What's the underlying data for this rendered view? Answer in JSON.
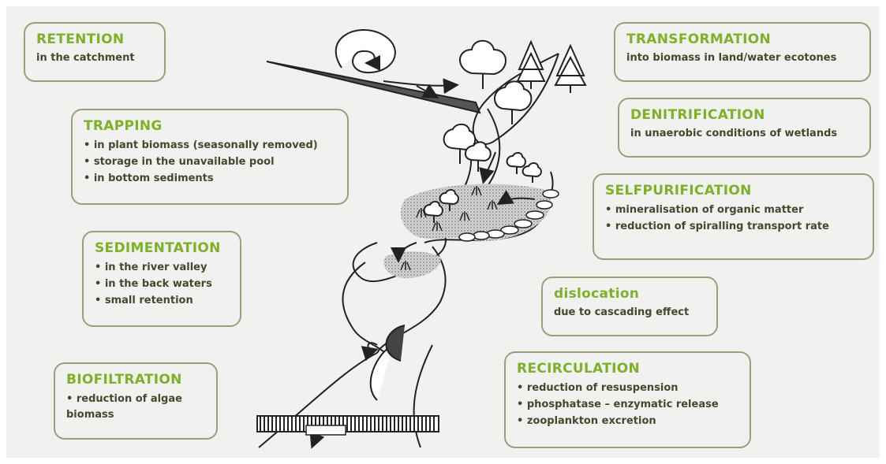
{
  "boxes": {
    "retention": {
      "title": "RETENTION",
      "text": "in the catchment"
    },
    "trapping": {
      "title": "TRAPPING",
      "items": [
        "in plant biomass (seasonally removed)",
        "storage in the unavailable pool",
        "in bottom sediments"
      ]
    },
    "sedimentation": {
      "title": "SEDIMENTATION",
      "items": [
        "in the river valley",
        "in the back waters",
        "small retention"
      ]
    },
    "biofiltration": {
      "title": "BIOFILTRATION",
      "items": [
        "reduction of algae"
      ],
      "text": "biomass"
    },
    "transformation": {
      "title": "TRANSFORMATION",
      "text": "into biomass in land/water ecotones"
    },
    "denitrification": {
      "title": "DENITRIFICATION",
      "text": "in unaerobic conditions of wetlands"
    },
    "selfpurification": {
      "title": "SELFPURIFICATION",
      "items": [
        "mineralisation of organic matter",
        "reduction of spiralling transport rate"
      ]
    },
    "dislocation": {
      "title": "dislocation",
      "text": "due to cascading effect"
    },
    "recirculation": {
      "title": "RECIRCULATION",
      "items": [
        "reduction of resuspension",
        "phosphatase – enzymatic release",
        "zooplankton excretion"
      ]
    }
  },
  "colors": {
    "title_green": "#7fb02b",
    "text_dark": "#3f4a2e",
    "border": "#9aa07a",
    "background": "#f1f1ef",
    "line": "#222222"
  },
  "icons": [
    "deciduous-tree-icon",
    "conifer-tree-icon",
    "arrow-icon",
    "dam-icon"
  ]
}
